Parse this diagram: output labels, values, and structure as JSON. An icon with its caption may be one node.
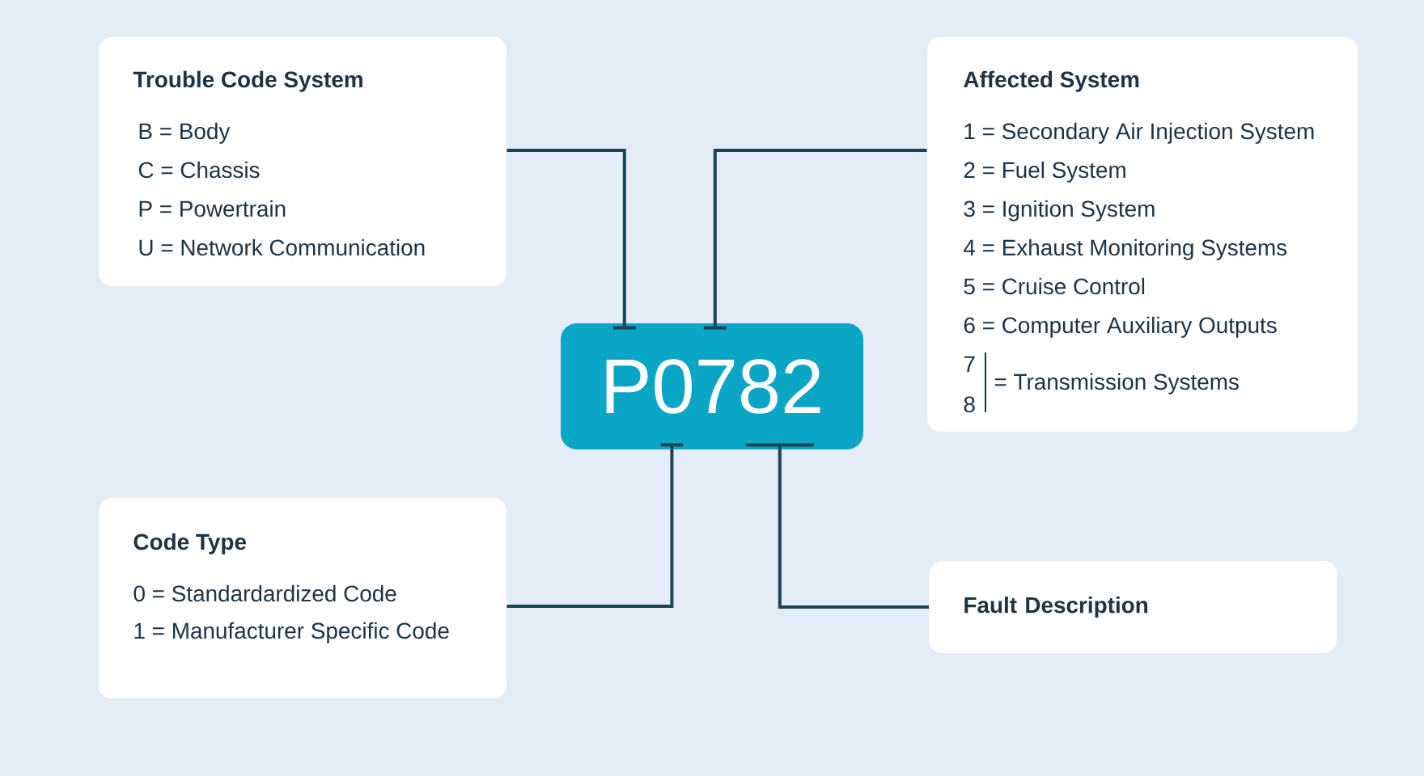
{
  "diagram": {
    "nodes": [
      {
        "text": [
          "Trouble Code System",
          "B = Body",
          "C = Chassis",
          "P = Powertrain",
          "U = Network Communication"
        ]
      },
      {
        "text": [
          "Affected System",
          "1 = Secondary Air Injection System",
          "2 = Fuel System",
          "3 = Ignition System",
          "4 = Exhaust Monitoring Systems",
          "5 = Cruise Control",
          "6 = Computer Auxiliary Outputs",
          "7",
          "8",
          "= Transmission Systems"
        ]
      },
      {
        "text": [
          "P0782"
        ]
      },
      {
        "text": [
          "Code Type",
          "0 = Standardardized Code",
          "1 = Manufacturer Specific Code"
        ]
      },
      {
        "text": [
          "Fault Description"
        ]
      }
    ],
    "edges": [
      {
        "from": 0,
        "to": 2,
        "arrow": "other"
      },
      {
        "from": 1,
        "to": 2,
        "arrow": "other"
      },
      {
        "from": 3,
        "to": 2,
        "arrow": "other"
      },
      {
        "from": 4,
        "to": 2,
        "arrow": "other"
      }
    ]
  }
}
